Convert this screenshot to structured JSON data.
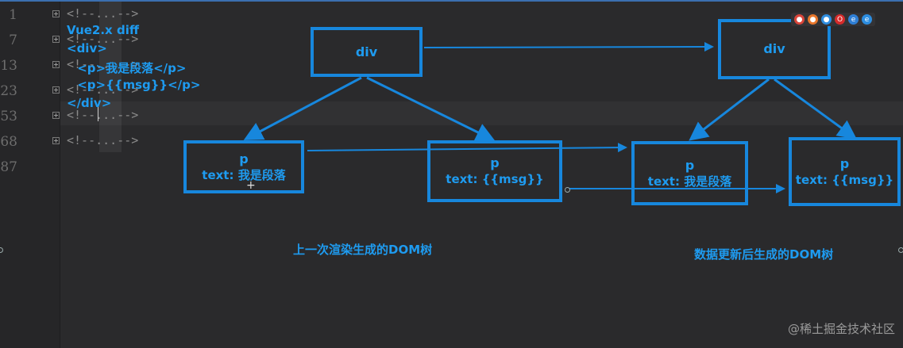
{
  "editor": {
    "line_numbers": [
      "1",
      "7",
      "13",
      "23",
      "53",
      "68",
      "87"
    ],
    "collapsed_text": "<!--...-->"
  },
  "code_note": {
    "title": "Vue2.x diff",
    "lines": [
      "<div>",
      " <p>我是段落</p>",
      " <p>{{msg}}</p>",
      "</div>"
    ]
  },
  "old_tree": {
    "root": {
      "tag": "div"
    },
    "children": [
      {
        "tag": "p",
        "text": "text: 我是段落"
      },
      {
        "tag": "p",
        "text": "text: {{msg}}"
      }
    ],
    "caption": "上一次渲染生成的DOM树"
  },
  "new_tree": {
    "root": {
      "tag": "div"
    },
    "children": [
      {
        "tag": "p",
        "text": "text: 我是段落"
      },
      {
        "tag": "p",
        "text": "text: {{msg}}"
      }
    ],
    "caption": "数据更新后生成的DOM树"
  },
  "browser_icons": [
    "chrome-icon",
    "firefox-icon",
    "safari-icon",
    "opera-icon",
    "ie-icon",
    "edge-icon"
  ],
  "watermark": "@稀土掘金技术社区",
  "colors": {
    "accent": "#1e9bf0",
    "box_border": "#1787dd",
    "background": "#2a2a2c"
  }
}
